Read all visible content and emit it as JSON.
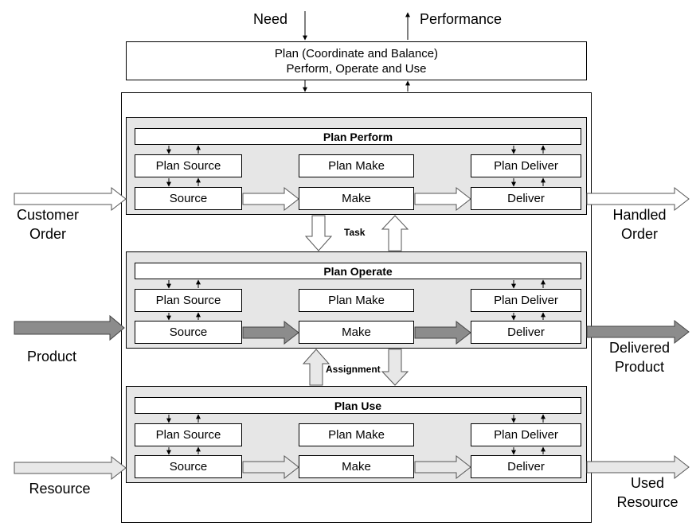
{
  "top": {
    "need": "Need",
    "performance": "Performance",
    "plan_line1": "Plan (Coordinate and Balance)",
    "plan_line2": "Perform, Operate and Use"
  },
  "panels": [
    {
      "title": "Plan Perform",
      "plan_source": "Plan Source",
      "plan_make": "Plan Make",
      "plan_deliver": "Plan Deliver",
      "source": "Source",
      "make": "Make",
      "deliver": "Deliver"
    },
    {
      "title": "Plan Operate",
      "plan_source": "Plan Source",
      "plan_make": "Plan Make",
      "plan_deliver": "Plan Deliver",
      "source": "Source",
      "make": "Make",
      "deliver": "Deliver"
    },
    {
      "title": "Plan Use",
      "plan_source": "Plan Source",
      "plan_make": "Plan Make",
      "plan_deliver": "Plan Deliver",
      "source": "Source",
      "make": "Make",
      "deliver": "Deliver"
    }
  ],
  "between": {
    "task": "Task",
    "assignment": "Assignment"
  },
  "inputs": {
    "customer_order_1": "Customer",
    "customer_order_2": "Order",
    "product": "Product",
    "resource": "Resource"
  },
  "outputs": {
    "handled_order_1": "Handled",
    "handled_order_2": "Order",
    "delivered_product_1": "Delivered",
    "delivered_product_2": "Product",
    "used_resource_1": "Used",
    "used_resource_2": "Resource"
  },
  "colors": {
    "perform_flow": "#ffffff",
    "operate_flow": "#8c8c8c",
    "use_flow": "#e8e8e8",
    "panel_bg": "#e6e6e6"
  }
}
